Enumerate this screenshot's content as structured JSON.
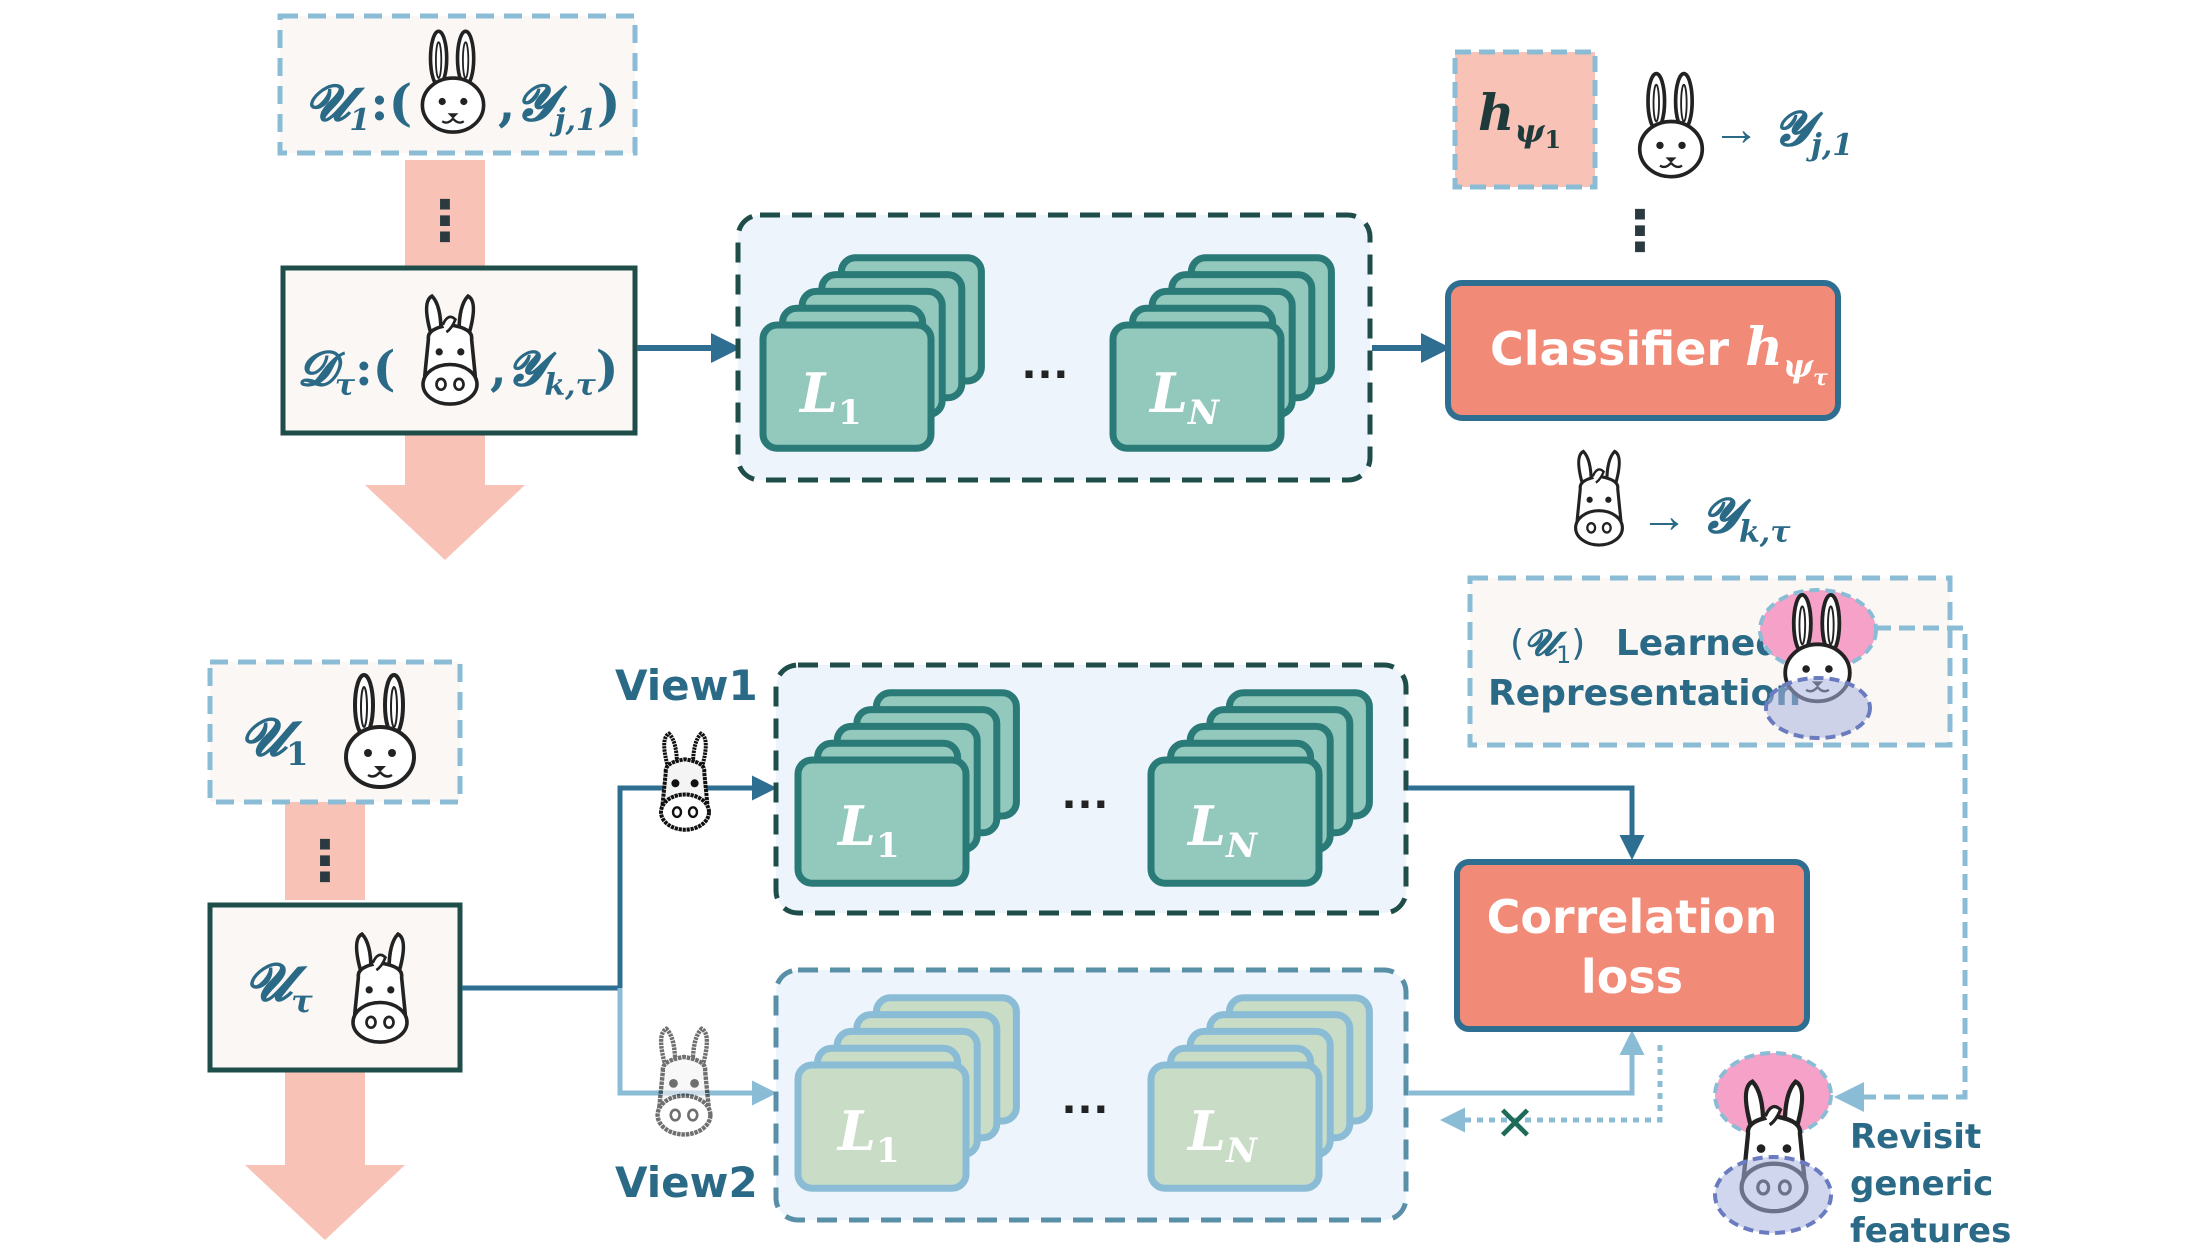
{
  "colors": {
    "teal_dark": "#1f4e4a",
    "teal_mid": "#2a7a78",
    "layer_fill": "#93c8bd",
    "layer_fill_light": "#c9dcc6",
    "panel_fill": "#eef4fb",
    "salmon": "#f28a78",
    "salmon_light": "#f8c2b6",
    "blue_arrow": "#2e6f91",
    "light_blue": "#8bbcd6",
    "text_blue": "#2b6a87",
    "pink": "#f6a2c8",
    "lilac": "#a9b5de"
  },
  "icons": {
    "rabbit": "rabbit-icon",
    "donkey": "donkey-icon"
  },
  "top": {
    "u1_label": "𝓤",
    "u1_sub": "1",
    "u1_tail": ":(",
    "u1_y": "𝓨",
    "u1_ysub": "j,1",
    "u1_close": ")",
    "ellipsis": "⋮",
    "d_label": "𝓓",
    "d_sub": "τ",
    "d_tail": ":(",
    "d_y": "𝓨",
    "d_ysub": "k,τ",
    "d_close": ")",
    "layer_first": "L",
    "layer_first_sub": "1",
    "layer_dots": "…",
    "layer_last": "L",
    "layer_last_sub": "N",
    "h_label": "h",
    "h_sub": "ψ",
    "h_subsub": "1",
    "pred_top_arrow": "→",
    "pred_top_y": "𝓨",
    "pred_top_ysub": "j,1",
    "vdots": "⋮",
    "classifier_text": "Classifier",
    "classifier_h": "h",
    "classifier_sub": "ψ",
    "classifier_subsub": "τ",
    "pred_bottom_arrow": "→",
    "pred_bottom_y": "𝓨",
    "pred_bottom_ysub": "k,τ"
  },
  "memory": {
    "paren_open": "(",
    "u_label": "𝓤",
    "u_sub": "1",
    "paren_close": ")",
    "learned": "Learned",
    "representation": "Representation"
  },
  "bottom": {
    "u1_label": "𝓤",
    "u1_sub": "1",
    "ellipsis": "⋮",
    "ut_label": "𝓤",
    "ut_sub": "τ",
    "view1": "View1",
    "view2": "View2",
    "layer_first": "L",
    "layer_first_sub": "1",
    "layer_dots": "…",
    "layer_last": "L",
    "layer_last_sub": "N",
    "corr_line1": "Correlation",
    "corr_line2": "loss",
    "cross": "✕",
    "revisit_1": "Revisit",
    "revisit_2": "generic",
    "revisit_3": "features"
  }
}
